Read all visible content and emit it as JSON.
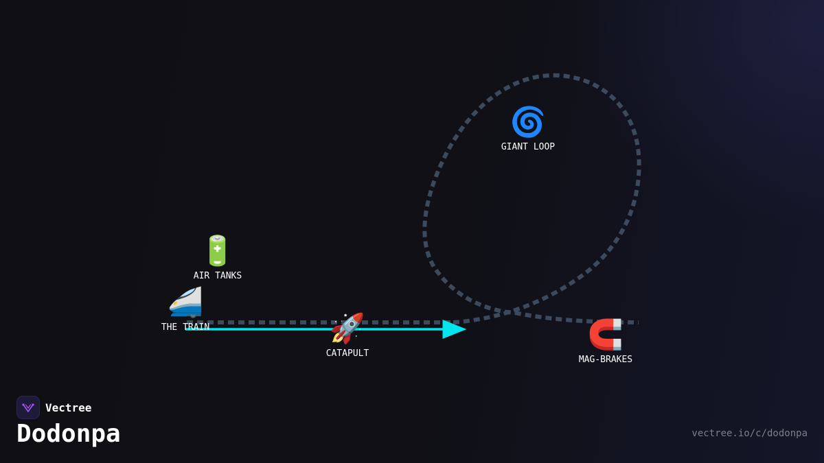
{
  "brand": {
    "name": "Vectree",
    "logo_icon": "vectree-logo-icon",
    "accent": "#a855f7"
  },
  "title": "Dodonpa",
  "url": "vectree.io/c/dodonpa",
  "colors": {
    "track": "#3b4a5c",
    "launch_arrow": "#00e5ee",
    "label": "#ffffff",
    "muted": "#7e7e88"
  },
  "diagram": {
    "nodes": [
      {
        "id": "air-tanks",
        "label": "AIR TANKS",
        "icon": "battery-icon",
        "emoji": "🔋"
      },
      {
        "id": "the-train",
        "label": "THE TRAIN",
        "icon": "train-icon",
        "emoji": "🚄"
      },
      {
        "id": "catapult",
        "label": "CATAPULT",
        "icon": "rocket-icon",
        "emoji": "🚀"
      },
      {
        "id": "giant-loop",
        "label": "GIANT LOOP",
        "icon": "spiral-icon",
        "emoji": "🌀"
      },
      {
        "id": "mag-brakes",
        "label": "MAG-BRAKES",
        "icon": "magnet-icon",
        "emoji": "🧲"
      }
    ]
  }
}
